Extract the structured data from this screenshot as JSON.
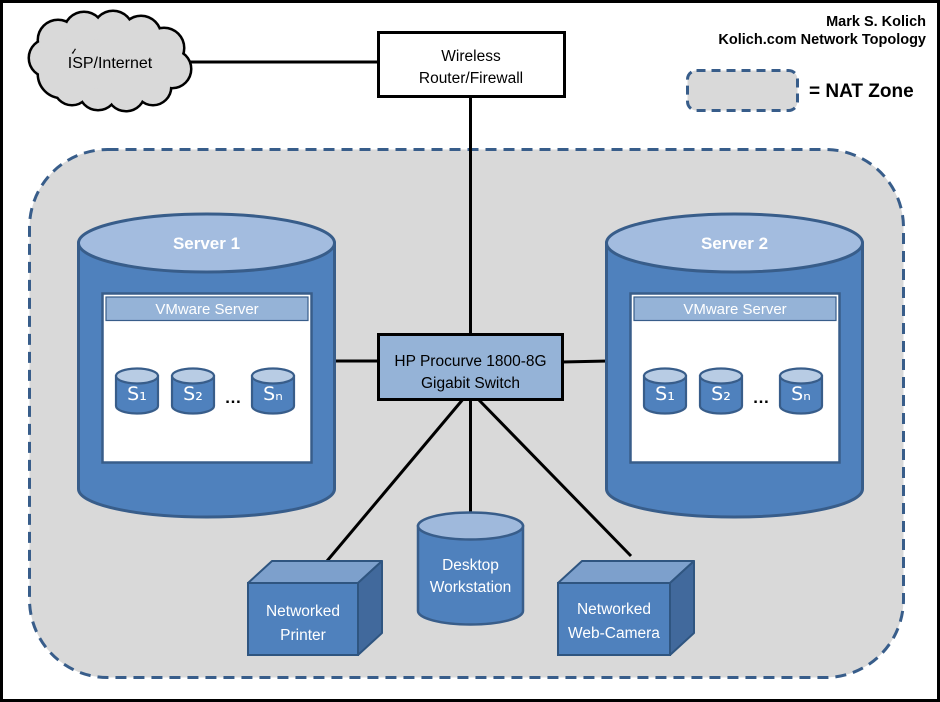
{
  "header": {
    "credit1": "Mark S. Kolich",
    "credit2": "Kolich.com Network Topology"
  },
  "legend": {
    "label": "= NAT Zone"
  },
  "nodes": {
    "isp": {
      "label": "ISP/Internet"
    },
    "router": {
      "line1": "Wireless",
      "line2": "Router/Firewall"
    },
    "switch": {
      "line1": "HP Procurve 1800-8G",
      "line2": "Gigabit Switch"
    },
    "server1": {
      "name": "Server 1",
      "platform": "VMware Server",
      "vms": [
        "S₁",
        "S₂",
        "…",
        "Sₙ"
      ]
    },
    "server2": {
      "name": "Server 2",
      "platform": "VMware Server",
      "vms": [
        "S₁",
        "S₂",
        "…",
        "Sₙ"
      ]
    },
    "printer": {
      "line1": "Networked",
      "line2": "Printer"
    },
    "workstation": {
      "line1": "Desktop",
      "line2": "Workstation"
    },
    "webcam": {
      "line1": "Networked",
      "line2": "Web-Camera"
    }
  },
  "connections": [
    {
      "from": "isp",
      "to": "router"
    },
    {
      "from": "router",
      "to": "switch"
    },
    {
      "from": "switch",
      "to": "server1"
    },
    {
      "from": "switch",
      "to": "server2"
    },
    {
      "from": "switch",
      "to": "printer"
    },
    {
      "from": "switch",
      "to": "workstation"
    },
    {
      "from": "switch",
      "to": "webcam"
    }
  ],
  "colors": {
    "accent": "#4f81bd",
    "accent_light": "#95b3d7",
    "accent_lighter": "#b8cce4",
    "ellipse_top": "#a3bcdf",
    "accent_dark": "#385d8a",
    "cube_top": "#7da0cc",
    "cube_side": "#41699c",
    "nat_fill": "#d9d9d9",
    "connector": "#000000"
  }
}
